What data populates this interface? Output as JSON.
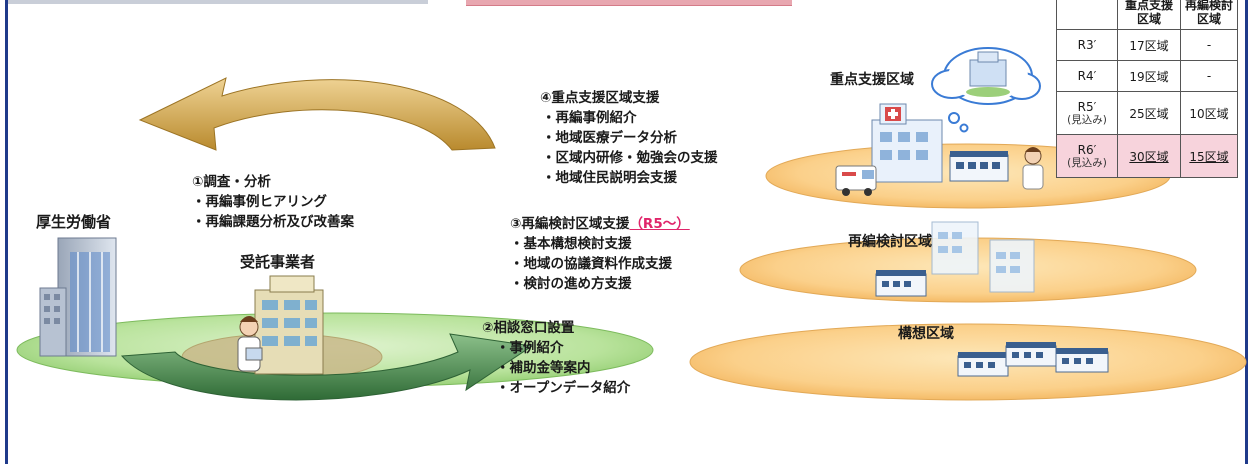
{
  "labels": {
    "ministry": "厚生労働省",
    "contractor": "受託事業者",
    "priority_area": "重点支援区域",
    "review_area": "再編検討区域",
    "vision_area": "構想区域"
  },
  "step1": {
    "title": "①調査・分析",
    "items": [
      "・再編事例ヒアリング",
      "・再編課題分析及び改善案"
    ]
  },
  "step2": {
    "title": "②相談窓口設置",
    "items": [
      "・事例紹介",
      "・補助金等案内",
      "・オープンデータ紹介"
    ]
  },
  "step3": {
    "title": "③再編検討区域支援",
    "note": "（R5～）",
    "items": [
      "・基本構想検討支援",
      "・地域の協議資料作成支援",
      "・検討の進め方支援"
    ]
  },
  "step4": {
    "title": "④重点支援区域支援",
    "items": [
      "・再編事例紹介",
      "・地域医療データ分析",
      "・区域内研修・勉強会の支援",
      "・地域住民説明会支援"
    ]
  },
  "table": {
    "header": [
      "",
      "重点支援\n区域",
      "再編検討\n区域"
    ],
    "rows": [
      {
        "year": "R3′",
        "sub": "",
        "priority": "17区域",
        "review": "-"
      },
      {
        "year": "R4′",
        "sub": "",
        "priority": "19区域",
        "review": "-"
      },
      {
        "year": "R5′",
        "sub": "(見込み)",
        "priority": "25区域",
        "review": "10区域"
      },
      {
        "year": "R6′",
        "sub": "(見込み)",
        "priority": "30区域",
        "review": "15区域"
      }
    ]
  },
  "colors": {
    "frame": "#1f3a8a",
    "accent": "#e0256a",
    "green_ellipse": "#a8d98a",
    "orange_ellipse": "#f8c87a",
    "arrow_top": "#c9a24a",
    "arrow_bottom": "#4f8a52",
    "highlight_row": "#f7d3dc"
  }
}
